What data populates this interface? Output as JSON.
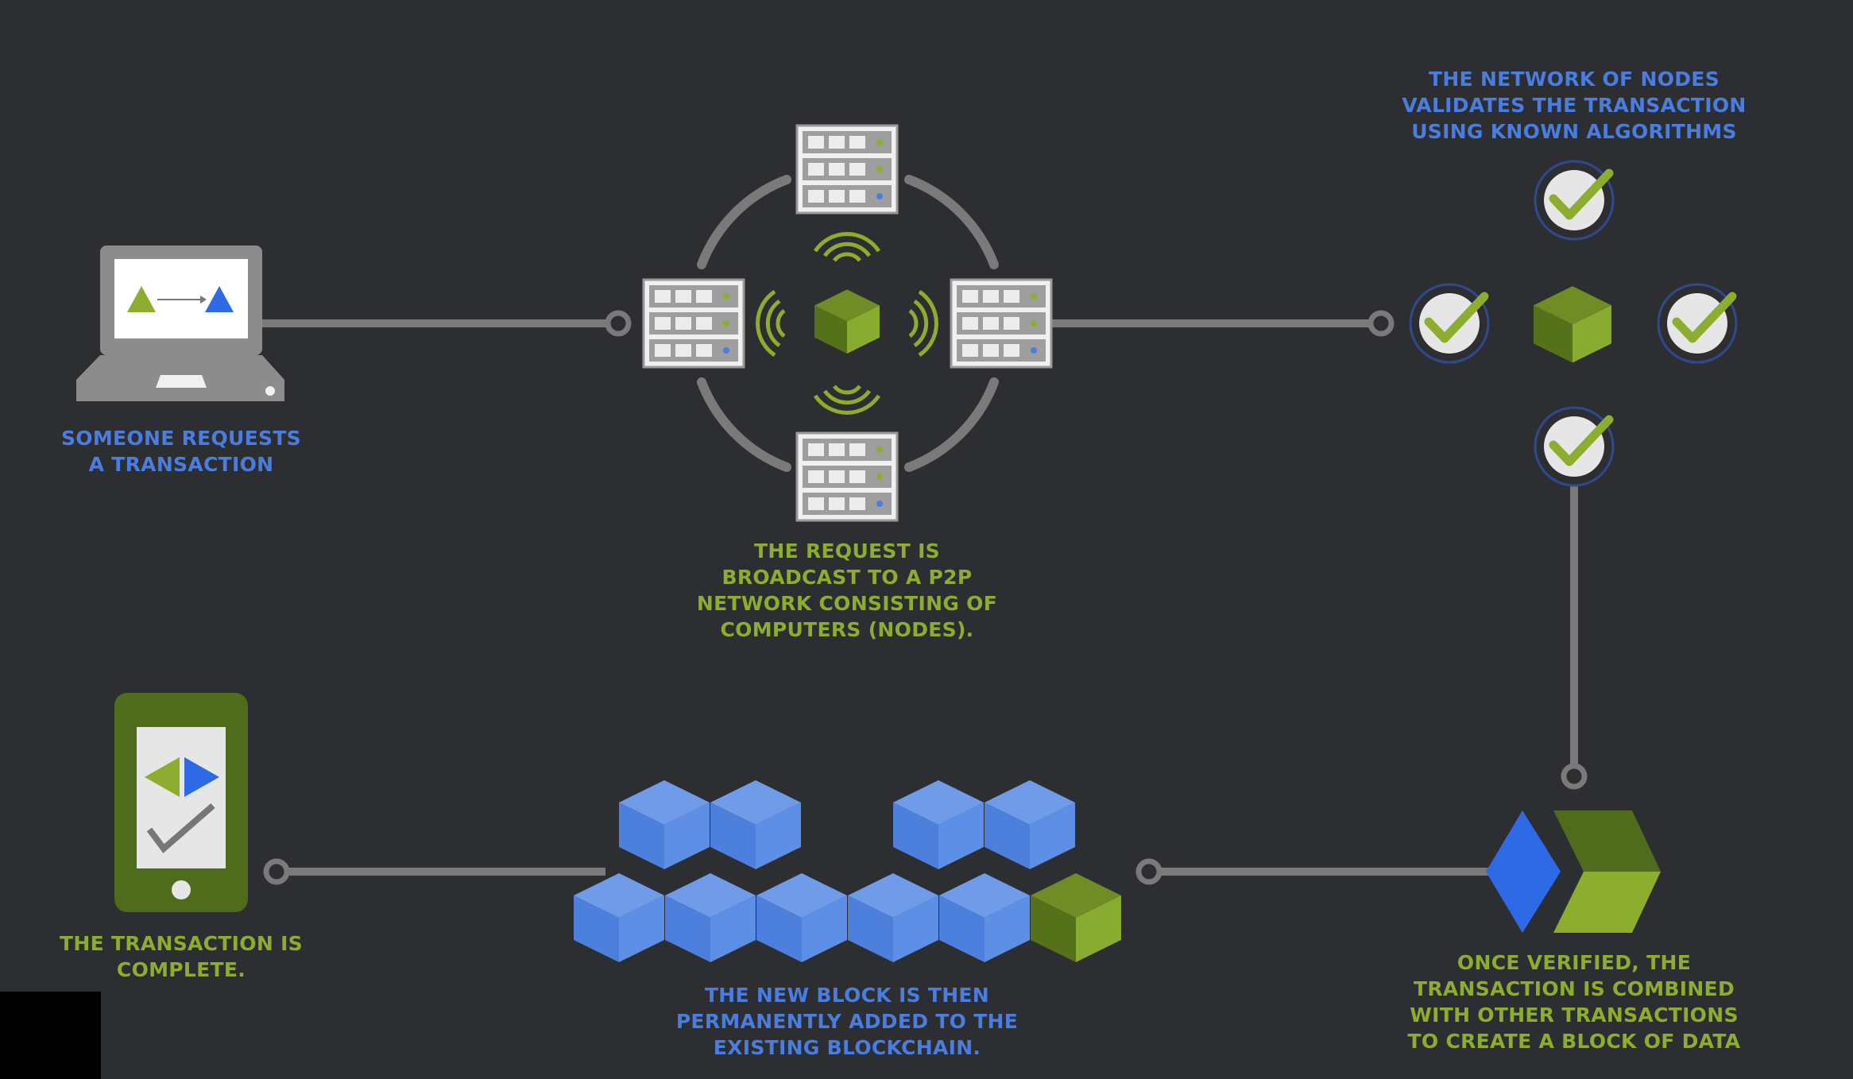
{
  "steps": {
    "request": "SOMEONE REQUESTS\nA TRANSACTION",
    "broadcast": "THE REQUEST IS\nBROADCAST TO A P2P\nNETWORK CONSISTING OF\nCOMPUTERS (NODES).",
    "validate": "THE NETWORK OF NODES\nVALIDATES THE TRANSACTION\nUSING KNOWN ALGORITHMS",
    "combine": "ONCE VERIFIED, THE\nTRANSACTION IS COMBINED\nWITH OTHER TRANSACTIONS\nTO CREATE A BLOCK OF DATA",
    "chain": "THE NEW BLOCK IS THEN\nPERMANENTLY ADDED TO THE\nEXISTING BLOCKCHAIN.",
    "complete": "THE TRANSACTION IS\nCOMPLETE."
  },
  "icons": [
    "laptop-icon",
    "server-icon",
    "signal-icon",
    "block-icon",
    "checkmark-icon",
    "diamond-icon",
    "chevron-icon",
    "phone-icon"
  ],
  "colors": {
    "background": "#2d2e31",
    "blue": "#4a7de0",
    "green": "#8cad2e",
    "connector": "#7a7a7a"
  }
}
